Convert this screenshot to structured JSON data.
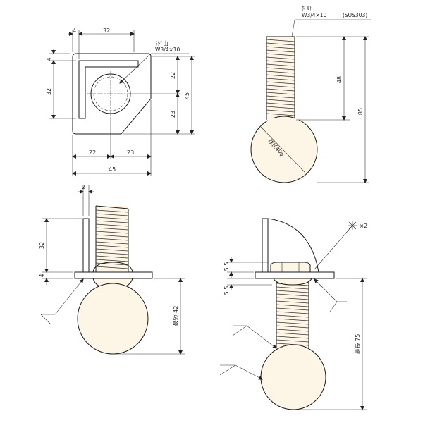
{
  "colors": {
    "line": "#1a1a1a",
    "ball_fill": "#fdf5e6",
    "background": "#ffffff"
  },
  "top_left_view": {
    "callout_line1": "ﾈｼﾞ山",
    "callout_line2": "W3/4×10",
    "dims": {
      "top_4": "4",
      "top_32": "32",
      "left_4": "4",
      "left_32": "32",
      "right_22": "22",
      "right_23": "23",
      "right_45": "45",
      "bottom_22": "22",
      "bottom_23": "23",
      "bottom_45": "45"
    }
  },
  "top_right_view": {
    "callout_line1": "ﾎﾞﾙﾄ",
    "callout_line2": "W3/4×10",
    "material": "(SUS303)",
    "ball_label": "球径40φ",
    "dims": {
      "thread_48": "48",
      "total_85": "85"
    }
  },
  "bottom_left_view": {
    "dims": {
      "top_2": "2",
      "left_32": "32",
      "left_4": "4",
      "max_42": "最短 42"
    }
  },
  "bottom_right_view": {
    "note": "×2",
    "dims": {
      "upper_5_5": "5.5",
      "lower_5_5": "5.5",
      "max_75": "最長 75"
    }
  }
}
